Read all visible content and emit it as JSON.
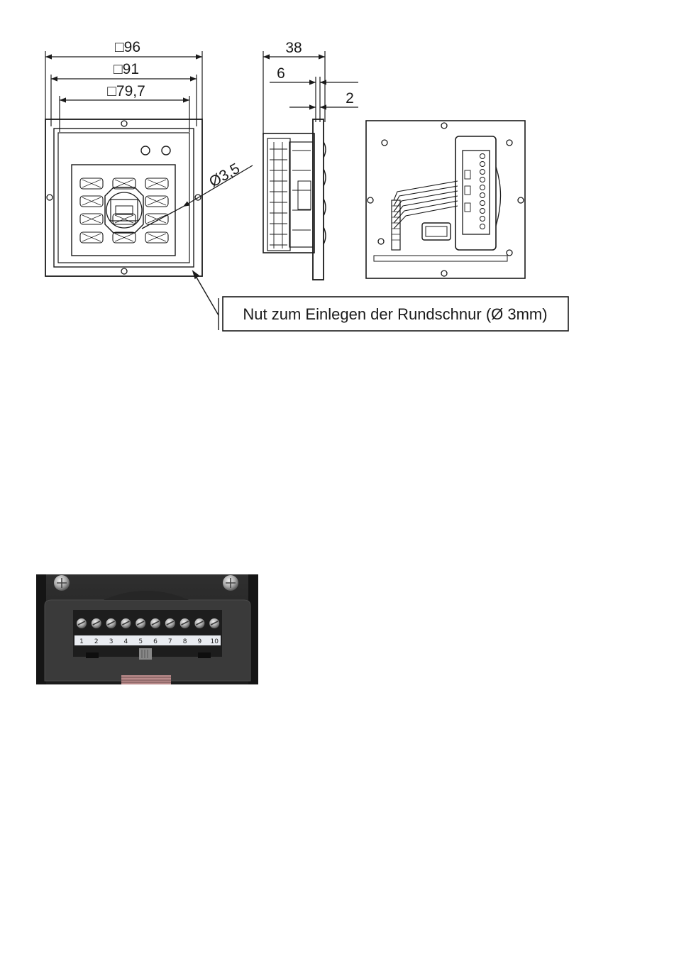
{
  "drawing": {
    "front_view": {
      "dim_outer": "□96",
      "dim_middle": "□91",
      "dim_inner": "□79,7",
      "dim_hole": "Ø3,5"
    },
    "side_view": {
      "dim_depth": "38",
      "dim_six": "6",
      "dim_two": "2"
    },
    "callout": "Nut zum Einlegen der Rundschnur (Ø 3mm)"
  },
  "photo": {
    "terminal_labels": [
      "1",
      "2",
      "3",
      "4",
      "5",
      "6",
      "7",
      "8",
      "9",
      "10"
    ]
  }
}
